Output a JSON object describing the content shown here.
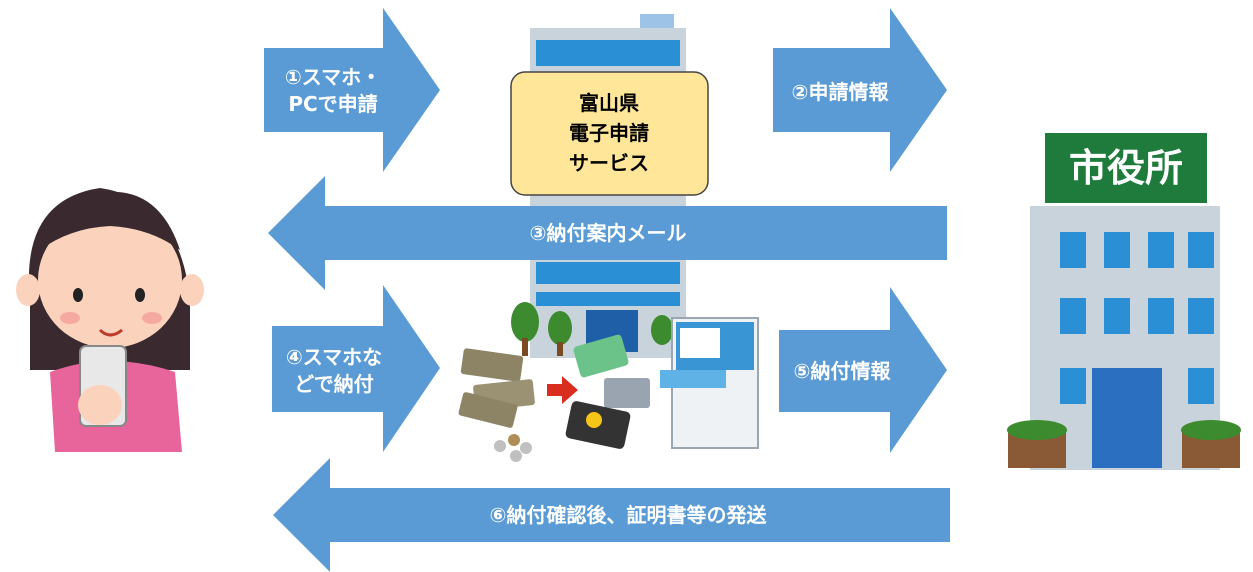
{
  "service_box": {
    "line1": "富山県",
    "line2": "電子申請",
    "line3": "サービス"
  },
  "city_hall": {
    "sign": "市役所"
  },
  "arrows": {
    "step1": {
      "line1": "①スマホ・",
      "line2": "PCで申請"
    },
    "step2": {
      "label": "②申請情報"
    },
    "step3": {
      "label": "③納付案内メール"
    },
    "step4": {
      "line1": "④スマホな",
      "line2": "どで納付"
    },
    "step5": {
      "label": "⑤納付情報"
    },
    "step6": {
      "label": "⑥納付確認後、証明書等の発送"
    }
  },
  "colors": {
    "arrow_fill": "#5b9bd5",
    "service_box_fill": "#ffe699",
    "city_sign": "#1e7b3c",
    "building_window": "#2b8fd6"
  }
}
